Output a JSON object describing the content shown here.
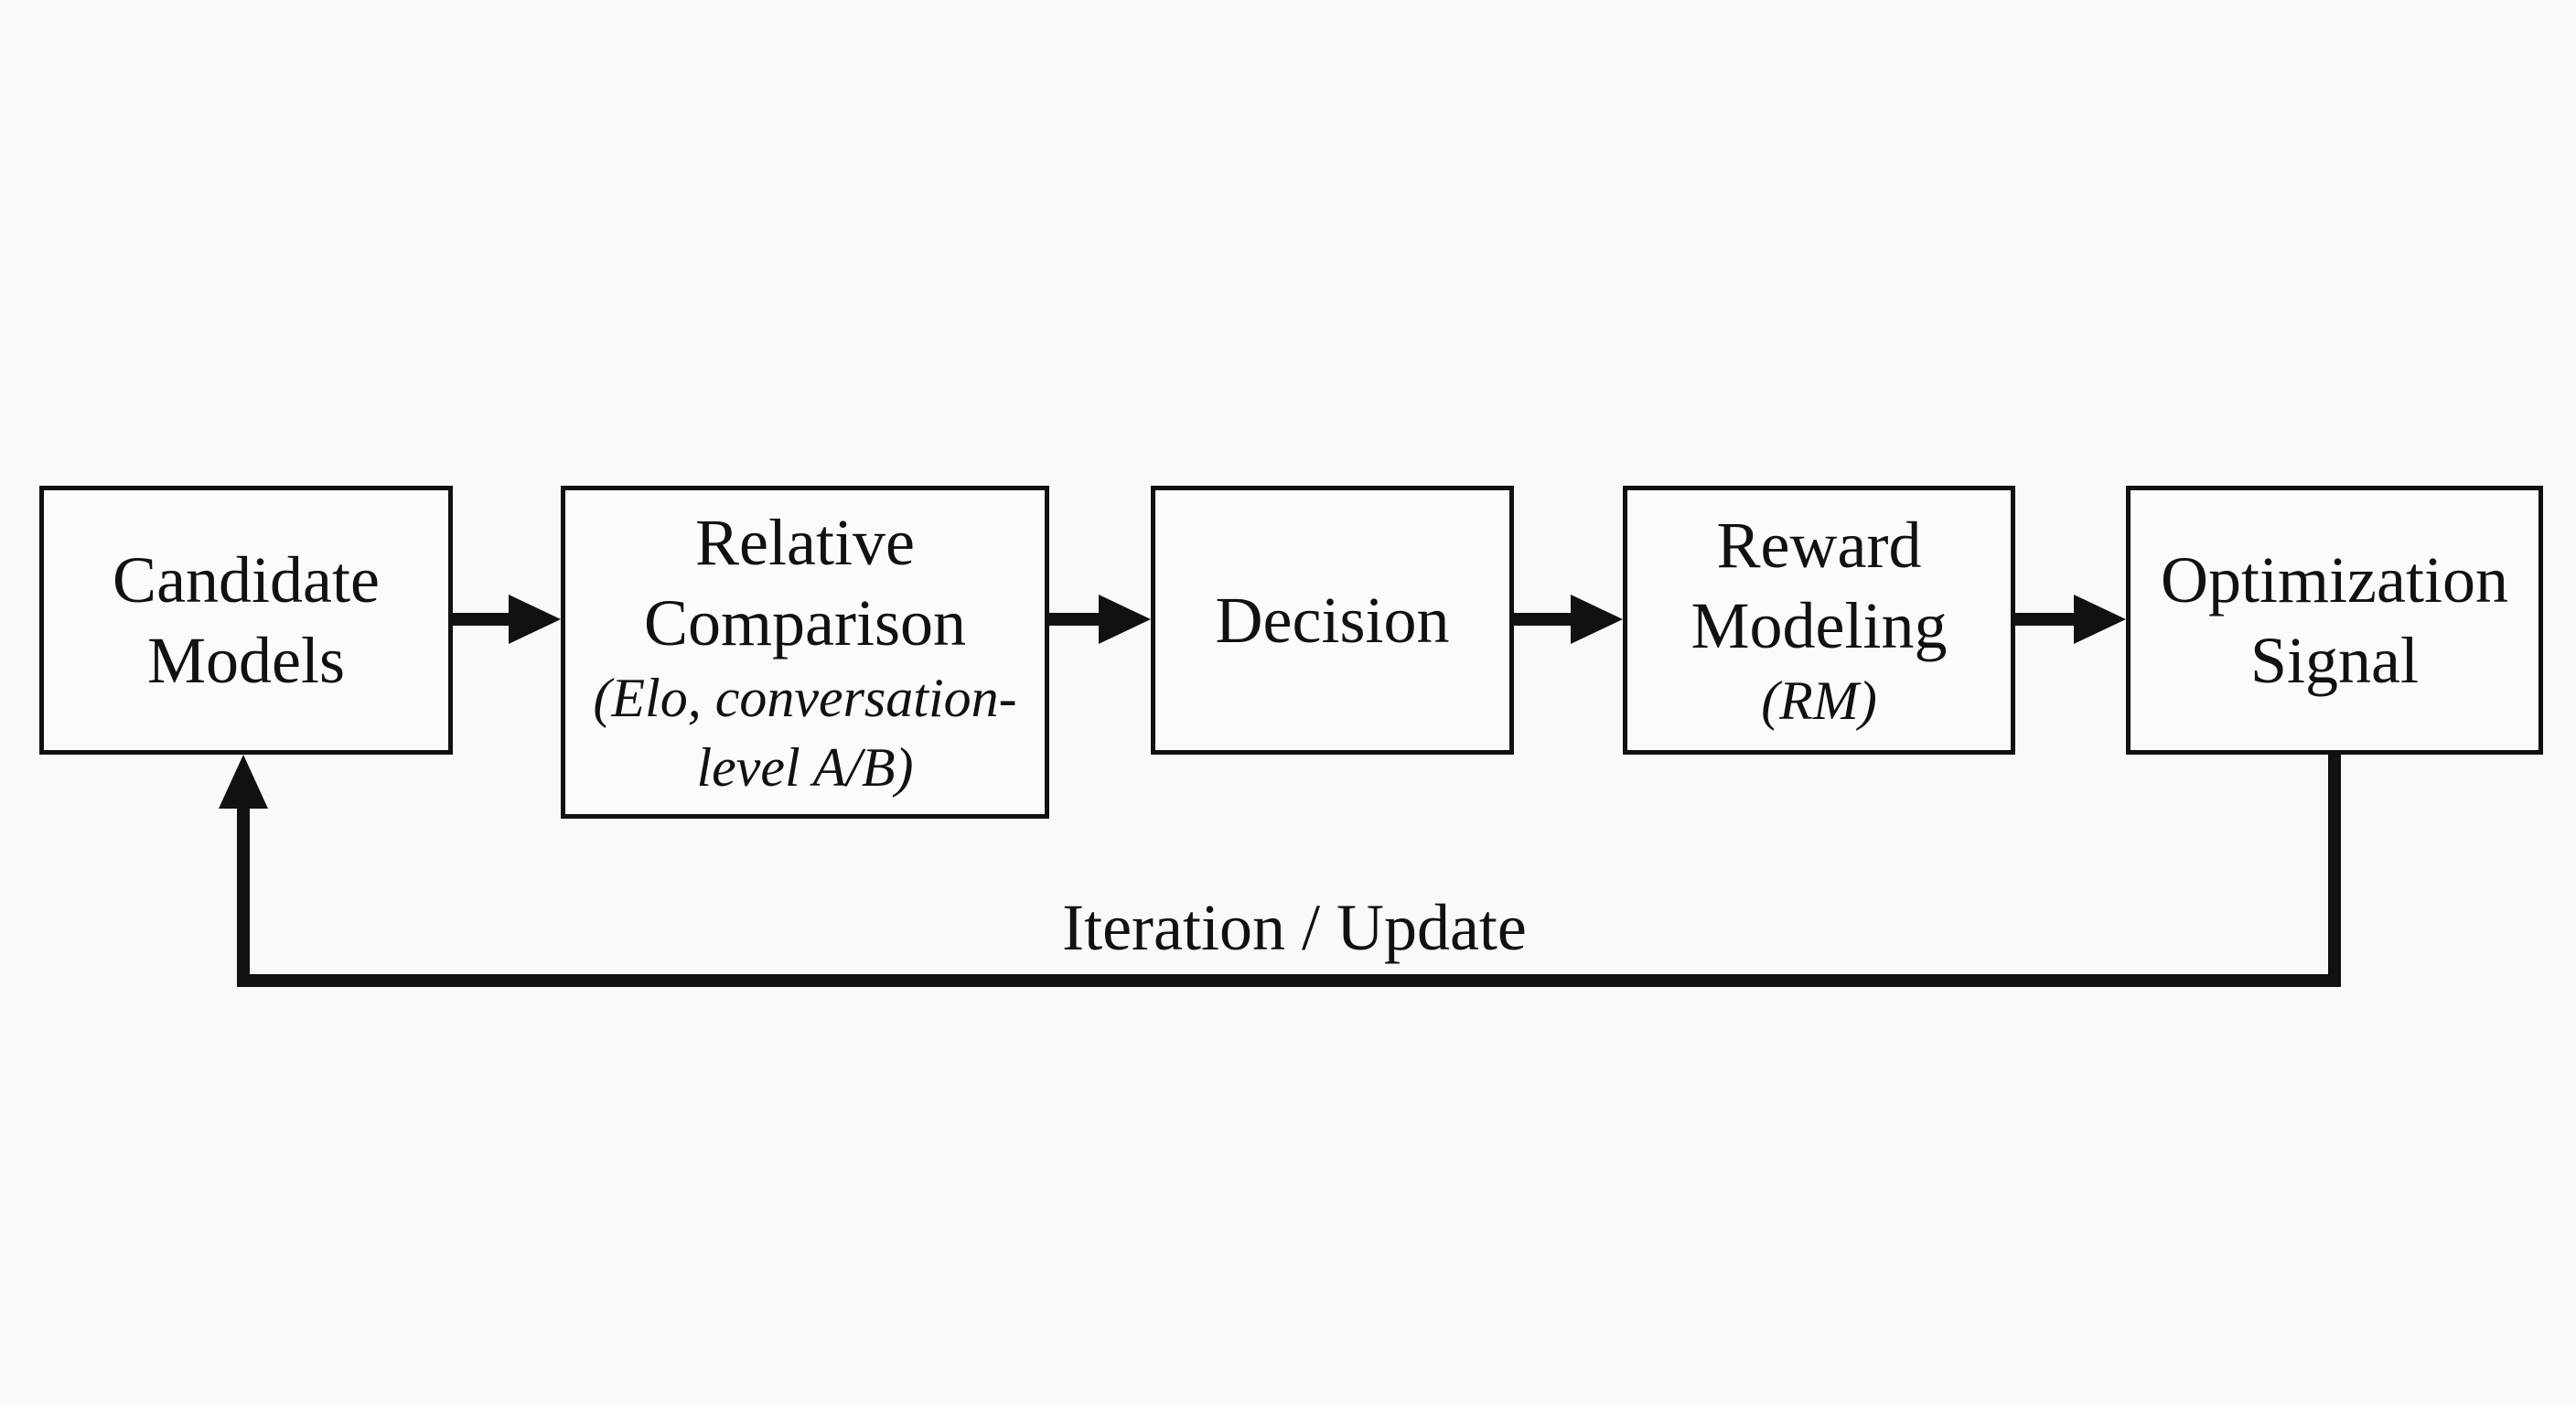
{
  "diagram": {
    "nodes": [
      {
        "id": "candidate",
        "main": "Candidate\nModels",
        "sub": ""
      },
      {
        "id": "relative",
        "main": "Relative\nComparison",
        "sub": "(Elo, conversation-\nlevel A/B)"
      },
      {
        "id": "decision",
        "main": "Decision",
        "sub": ""
      },
      {
        "id": "reward",
        "main": "Reward\nModeling",
        "sub": "(RM)"
      },
      {
        "id": "optim",
        "main": "Optimization\nSignal",
        "sub": ""
      }
    ],
    "edges": [
      {
        "from": "candidate",
        "to": "relative"
      },
      {
        "from": "relative",
        "to": "decision"
      },
      {
        "from": "decision",
        "to": "reward"
      },
      {
        "from": "reward",
        "to": "optim"
      },
      {
        "from": "optim",
        "to": "candidate",
        "label": "Iteration / Update"
      }
    ],
    "loop_label": "Iteration / Update"
  }
}
